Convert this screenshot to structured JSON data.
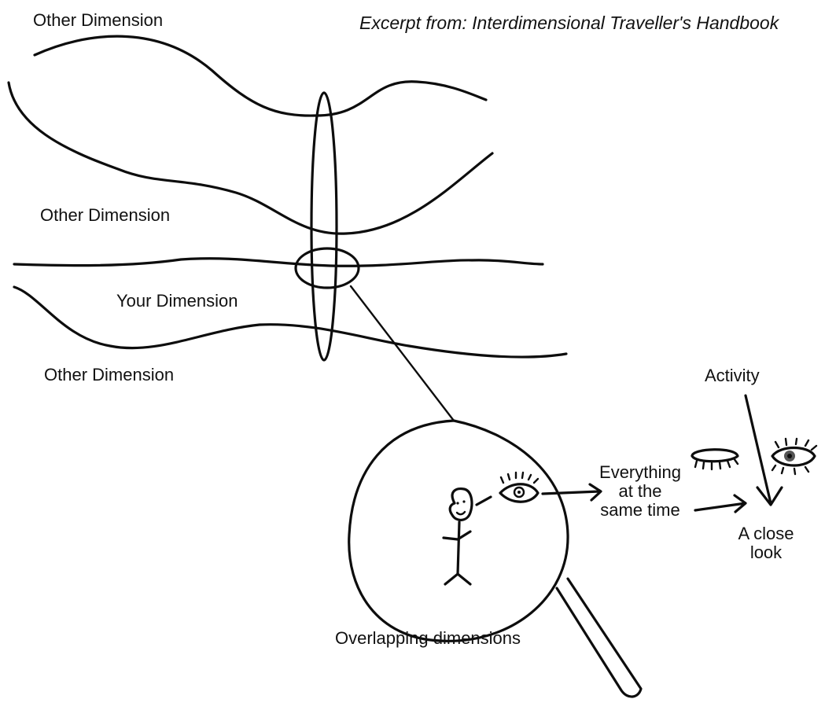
{
  "title": "Excerpt from: Interdimensional Traveller's Handbook",
  "labels": {
    "other_dimension_top": "Other Dimension",
    "other_dimension_middle": "Other Dimension",
    "your_dimension": "Your Dimension",
    "other_dimension_bottom": "Other Dimension",
    "overlapping": "Overlapping dimensions",
    "everything_line1": "Everything",
    "everything_line2": "at the",
    "everything_line3": "same time",
    "activity": "Activity",
    "close_look_line1": "A close",
    "close_look_line2": "look"
  },
  "colors": {
    "ink": "#0d0d0d",
    "paper": "#ffffff"
  }
}
